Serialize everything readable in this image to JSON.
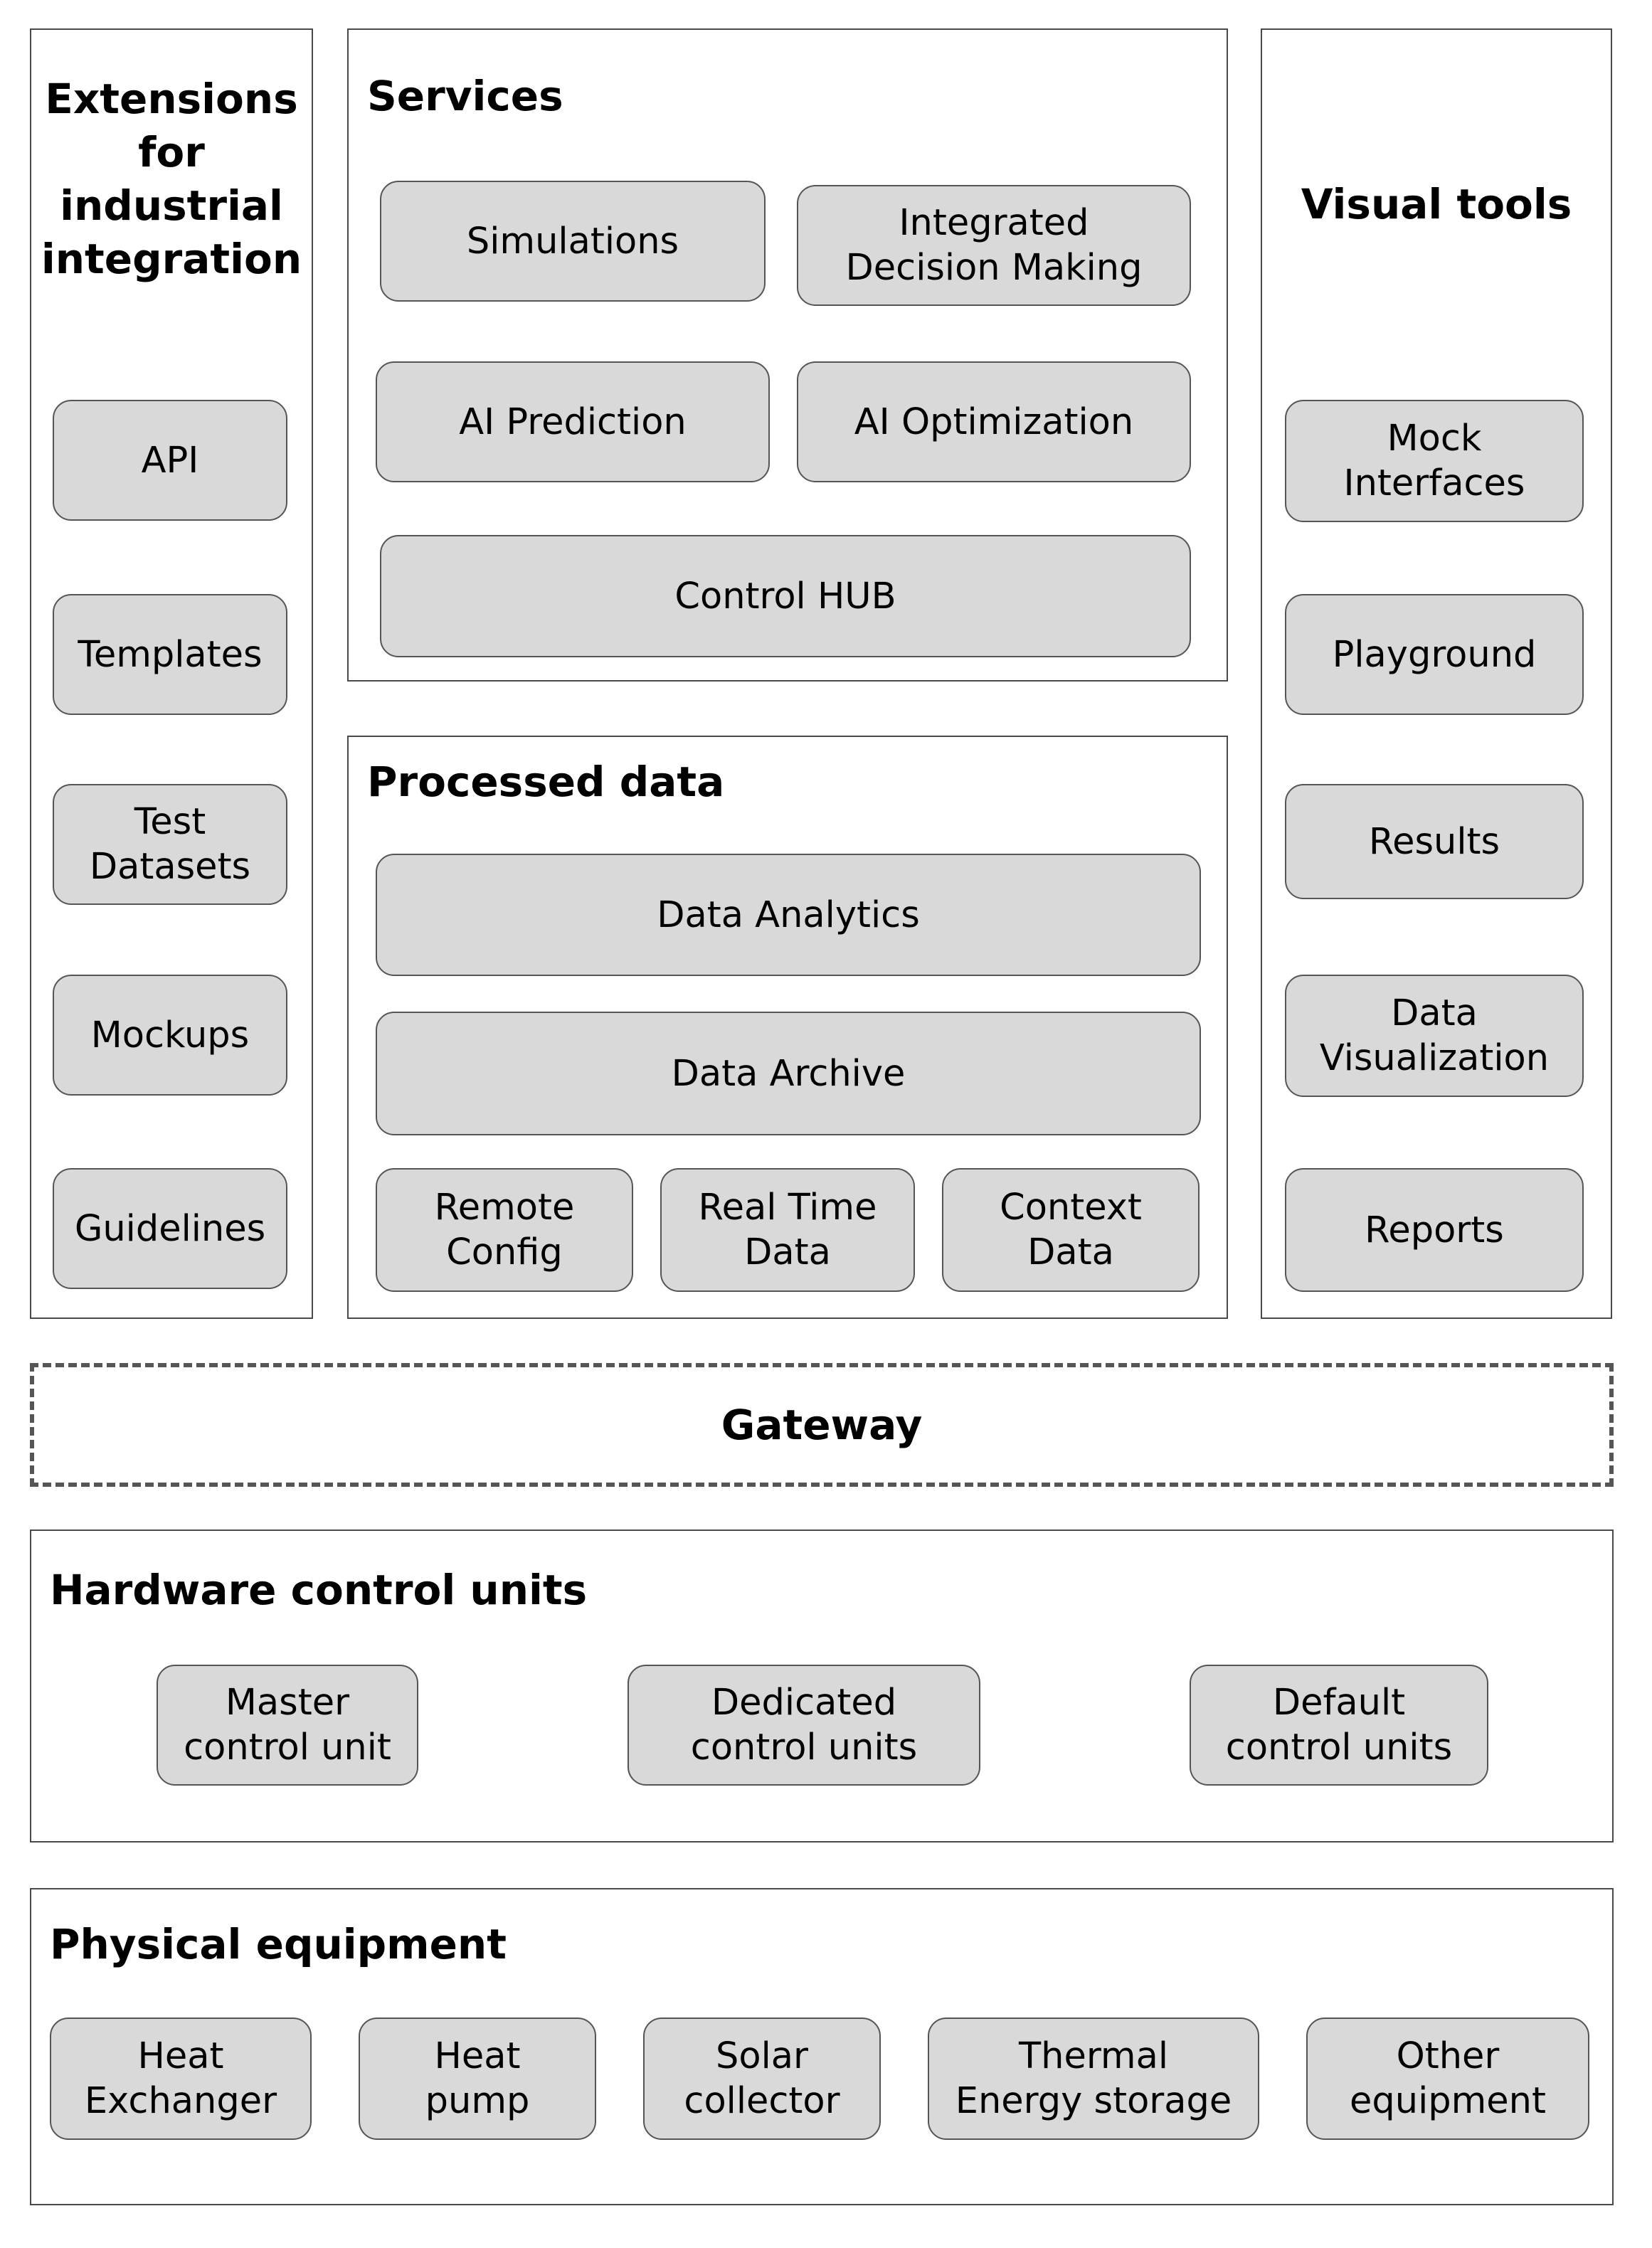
{
  "extensions": {
    "title": "Extensions for industrial integration",
    "items": [
      "API",
      "Templates",
      "Test\nDatasets",
      "Mockups",
      "Guidelines"
    ]
  },
  "services": {
    "title": "Services",
    "items": [
      "Simulations",
      "Integrated\nDecision Making",
      "AI Prediction",
      "AI Optimization",
      "Control HUB"
    ]
  },
  "processed_data": {
    "title": "Processed data",
    "items": [
      "Data Analytics",
      "Data Archive",
      "Remote\nConfig",
      "Real Time\nData",
      "Context\nData"
    ]
  },
  "visual_tools": {
    "title": "Visual tools",
    "items": [
      "Mock\nInterfaces",
      "Playground",
      "Results",
      "Data\nVisualization",
      "Reports"
    ]
  },
  "gateway": {
    "label": "Gateway"
  },
  "hardware": {
    "title": "Hardware control units",
    "items": [
      "Master\ncontrol unit",
      "Dedicated\ncontrol units",
      "Default\ncontrol units"
    ]
  },
  "physical": {
    "title": "Physical equipment",
    "items": [
      "Heat\nExchanger",
      "Heat\npump",
      "Solar\ncollector",
      "Thermal\nEnergy storage",
      "Other\nequipment"
    ]
  }
}
